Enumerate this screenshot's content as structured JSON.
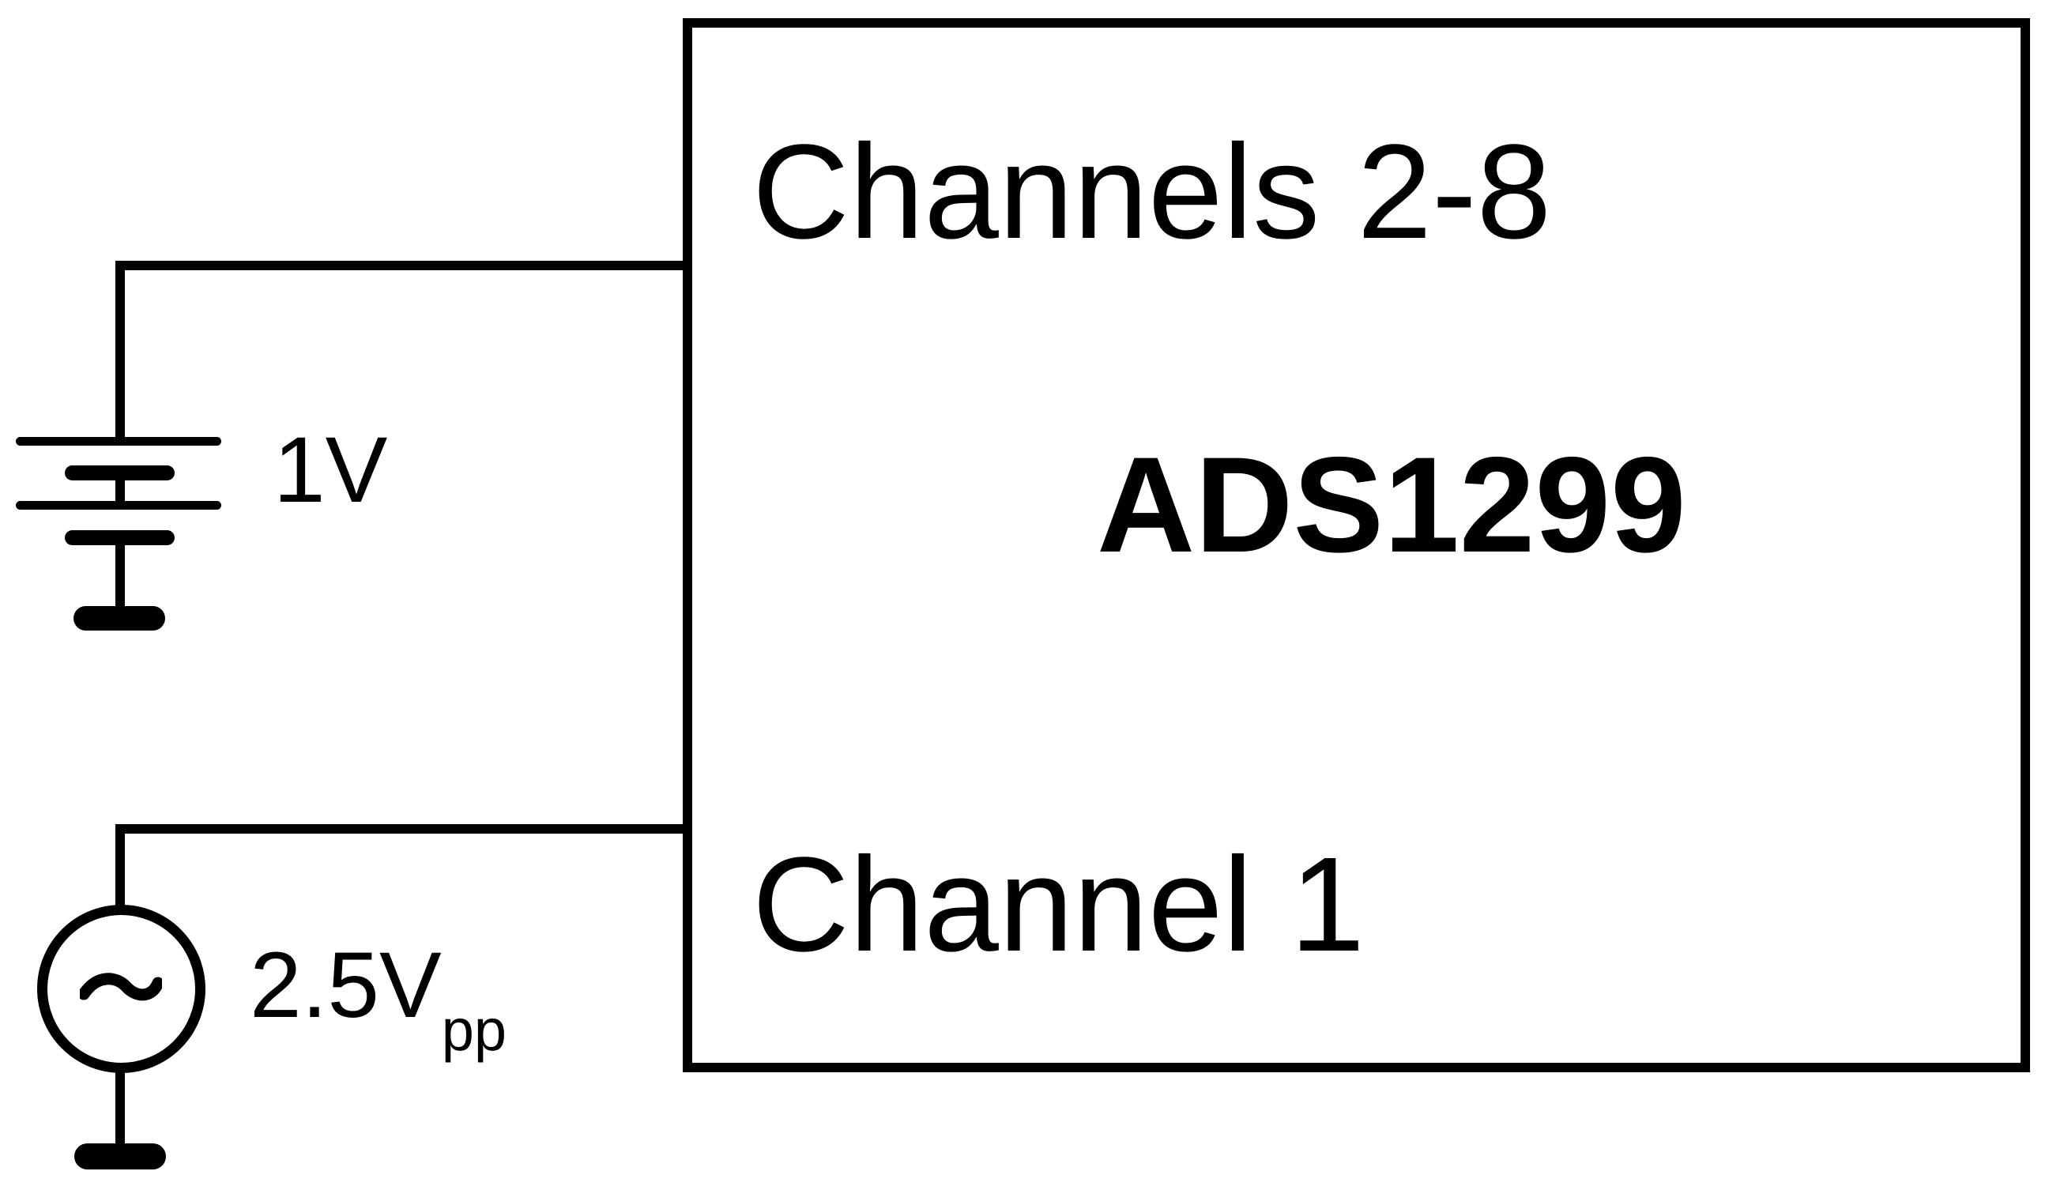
{
  "diagram": {
    "device": {
      "name": "ADS1299"
    },
    "ports": [
      {
        "label": "Channels 2-8"
      },
      {
        "label": "Channel 1"
      }
    ],
    "sources": [
      {
        "type": "dc-battery",
        "label": "1V"
      },
      {
        "type": "ac-source",
        "label": "2.5V",
        "label_subscript": "pp"
      }
    ],
    "colors": {
      "ink": "#000000",
      "background": "#ffffff"
    }
  }
}
